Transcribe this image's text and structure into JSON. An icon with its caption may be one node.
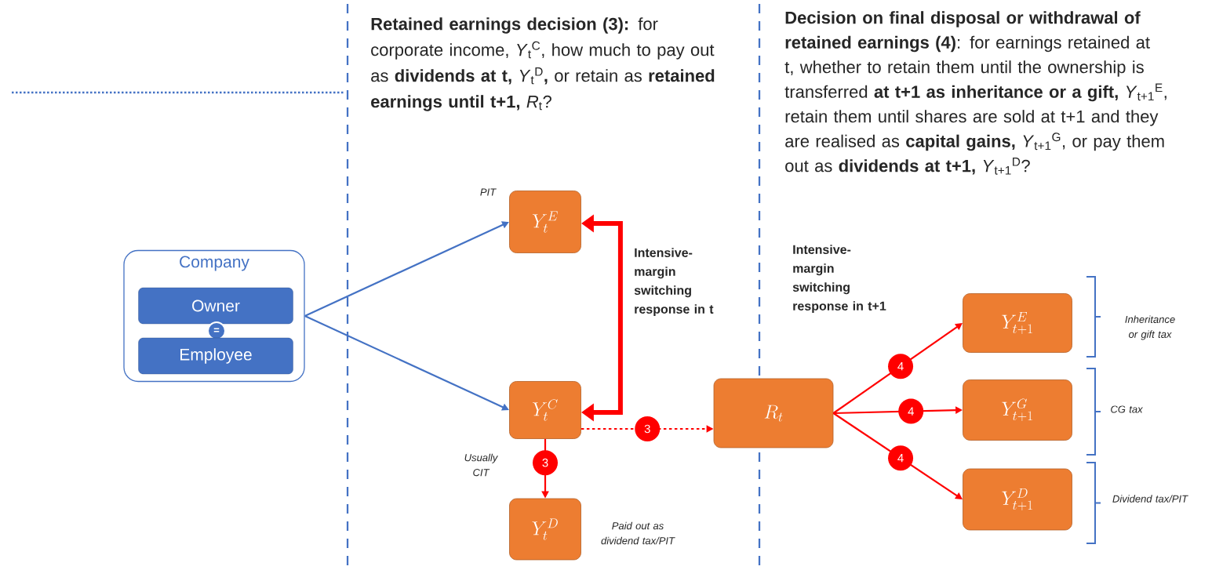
{
  "diagram": {
    "nodes": [
      {
        "text": [
          "Company"
        ]
      },
      {
        "text": [
          "Owner"
        ],
        "in": 0
      },
      {
        "text": [
          "="
        ],
        "in": 0
      },
      {
        "text": [
          "Employee"
        ],
        "in": 0
      },
      {
        "text": [
          "Y_t^E"
        ],
        "beside": [
          "PIT"
        ]
      },
      {
        "text": [
          "Y_t^C"
        ],
        "beside": [
          "Usually CIT"
        ]
      },
      {
        "text": [
          "Y_t^D"
        ],
        "beside": [
          "Paid out as dividend tax/PIT"
        ]
      },
      {
        "text": [
          "R_t"
        ]
      },
      {
        "text": [
          "Y_{t+1}^E"
        ]
      },
      {
        "text": [
          "Y_{t+1}^G"
        ]
      },
      {
        "text": [
          "Y_{t+1}^D"
        ]
      }
    ],
    "edges": [
      {
        "from": 0,
        "to": 4,
        "arrow": "to",
        "color": "#4472c4"
      },
      {
        "from": 0,
        "to": 5,
        "arrow": "to",
        "color": "#4472c4"
      },
      {
        "from": 4,
        "to": 5,
        "arrow": "both",
        "style": "thick"
      },
      {
        "from": 5,
        "to": 7,
        "arrow": "to",
        "style": "dashed",
        "label": "3"
      },
      {
        "from": 5,
        "to": 6,
        "arrow": "to",
        "label": "3"
      },
      {
        "from": 7,
        "to": 8,
        "arrow": "to",
        "label": "4"
      },
      {
        "from": 7,
        "to": 9,
        "arrow": "to",
        "label": "4"
      },
      {
        "from": 7,
        "to": 10,
        "arrow": "to",
        "label": "4"
      }
    ],
    "labels": [
      "**Retained earnings decision (3):** for corporate income, *Y*$_{t}$$^{C}$, how much to pay out as **dividends at t,** *Y*$_{t}$$^{D}$**,** or retain as **retained earnings until t+1,** *R*$_{t}$?",
      "**Decision on final disposal or withdrawal of retained earnings (4)**: for earnings retained at t, whether to retain them until the ownership is transferred **at t+1 as inheritance or a gift,** *Y*$_{t+1}$$^{E}$, retain them until shares are sold at t+1 and they are realised as **capital gains,** *Y*$_{t+1}$$^{G}$, or pay them out as **dividends at t+1,** *Y*$_{t+1}$$^{D}$?",
      "Intensive-margin switching response in t",
      "Intensive-margin switching response in t+1",
      "Inheritance or gift tax",
      "CG tax",
      "Dividend tax/PIT"
    ]
  }
}
